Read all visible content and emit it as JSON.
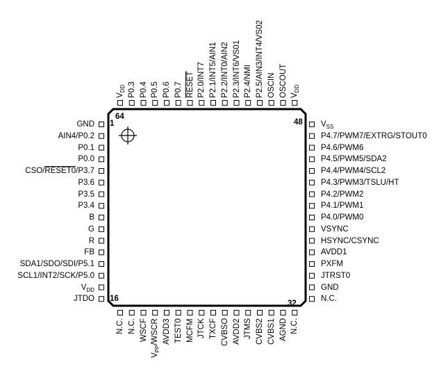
{
  "diagram": {
    "corner_numbers": {
      "top_left_left": "1",
      "top_left_top": "64",
      "top_right": "48",
      "bottom_left": "16",
      "bottom_right": "32"
    },
    "left_pins": [
      {
        "text": "GND"
      },
      {
        "text": "AIN4/P0.2"
      },
      {
        "text": "P0.1"
      },
      {
        "text": "P0.0"
      },
      {
        "pre": "CSO/",
        "ovl": "RESET0",
        "post": "/P3.7"
      },
      {
        "text": "P3.6"
      },
      {
        "text": "P3.5"
      },
      {
        "text": "P3.4"
      },
      {
        "text": "B"
      },
      {
        "text": "G"
      },
      {
        "text": "R"
      },
      {
        "text": "FB"
      },
      {
        "text": "SDA1/SDO/SDI/P5.1"
      },
      {
        "text": "SCL1/INT2/SCK/P5.0"
      },
      {
        "text": "V",
        "sub": "DD"
      },
      {
        "text": "JTDO"
      }
    ],
    "right_pins": [
      {
        "text": "V",
        "sub": "SS"
      },
      {
        "text": "P4.7/PWM7/EXTRG/STOUT0"
      },
      {
        "text": "P4.6/PWM6"
      },
      {
        "text": "P4.5/PWM5/SDA2"
      },
      {
        "text": "P4.4/PWM4/SCL2"
      },
      {
        "text": "P4.3/PWM3/TSLU/HT"
      },
      {
        "text": "P4.2/PWM2"
      },
      {
        "text": "P4.1/PWM1"
      },
      {
        "text": "P4.0/PWM0"
      },
      {
        "text": "VSYNC"
      },
      {
        "text": "HSYNC/CSYNC"
      },
      {
        "text": "AVDD1"
      },
      {
        "text": "PXFM"
      },
      {
        "text": "JTRST0"
      },
      {
        "text": "GND"
      },
      {
        "text": "N.C."
      }
    ],
    "top_pins": [
      {
        "text": "V",
        "sub": "DD"
      },
      {
        "text": "P0.3"
      },
      {
        "text": "P0.4"
      },
      {
        "text": "P0.5"
      },
      {
        "text": "P0.6"
      },
      {
        "text": "P0.7"
      },
      {
        "ovl": "RESET"
      },
      {
        "text": "P2.0/INT7"
      },
      {
        "text": "P2.1/INT5/AIN1"
      },
      {
        "text": "P2.2/INT0/AIN2"
      },
      {
        "text": "P2.3/INT6/VS01"
      },
      {
        "text": "P2.4/NMI"
      },
      {
        "text": "P2.5/AIN3/INT4/VS02"
      },
      {
        "text": "OSCIN"
      },
      {
        "text": "OSCOUT"
      },
      {
        "text": "V",
        "sub": "DD"
      }
    ],
    "bottom_pins": [
      {
        "text": "N.C."
      },
      {
        "text": "N.C."
      },
      {
        "text": "WSCF"
      },
      {
        "text": "V",
        "sub": "PP",
        "post": "/WSCR"
      },
      {
        "text": "AVDD3"
      },
      {
        "text": "TEST0"
      },
      {
        "text": "MCFM"
      },
      {
        "text": "JTCK"
      },
      {
        "text": "TXCF"
      },
      {
        "text": "CVBSO"
      },
      {
        "text": "AVDD2"
      },
      {
        "text": "JTMS"
      },
      {
        "text": "CVBS2"
      },
      {
        "text": "CVBS1"
      },
      {
        "text": "AGND"
      },
      {
        "text": "N.C."
      }
    ]
  }
}
